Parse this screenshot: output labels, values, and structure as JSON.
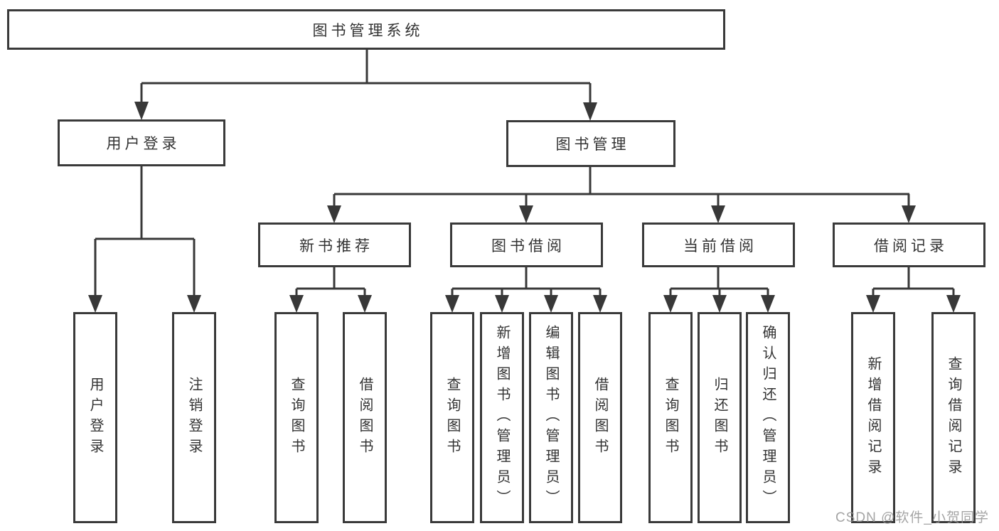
{
  "diagram": {
    "root": {
      "label": "图书管理系统"
    },
    "branches": [
      {
        "label": "用户登录",
        "children": [
          {
            "label": "用户登录"
          },
          {
            "label": "注销登录"
          }
        ]
      },
      {
        "label": "图书管理",
        "children": [
          {
            "label": "新书推荐",
            "children": [
              {
                "label": "查询图书"
              },
              {
                "label": "借阅图书"
              }
            ]
          },
          {
            "label": "图书借阅",
            "children": [
              {
                "label": "查询图书"
              },
              {
                "label": "新增图书（管理员）"
              },
              {
                "label": "编辑图书（管理员）"
              },
              {
                "label": "借阅图书"
              }
            ]
          },
          {
            "label": "当前借阅",
            "children": [
              {
                "label": "查询图书"
              },
              {
                "label": "归还图书"
              },
              {
                "label": "确认归还（管理员）"
              }
            ]
          },
          {
            "label": "借阅记录",
            "children": [
              {
                "label": "新增借阅记录"
              },
              {
                "label": "查询借阅记录"
              }
            ]
          }
        ]
      }
    ]
  },
  "watermark": {
    "text": "CSDN @软件_小贺同学"
  },
  "colors": {
    "line": "#383838",
    "text": "#333333",
    "watermark": "#949494"
  }
}
